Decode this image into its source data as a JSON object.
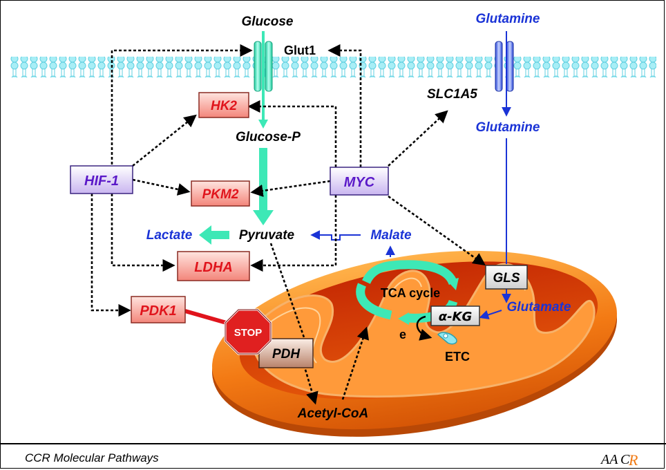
{
  "labels": {
    "glucose": "Glucose",
    "glut1": "Glut1",
    "glutamine_top": "Glutamine",
    "slc1a5": "SLC1A5",
    "glutamine_mid": "Glutamine",
    "glucose_p": "Glucose-P",
    "lactate": "Lactate",
    "pyruvate": "Pyruvate",
    "malate": "Malate",
    "tca_cycle": "TCA cycle",
    "glutamate": "Glutamate",
    "alpha_kg": "α-KG",
    "electron": "e",
    "etc": "ETC",
    "acetyl_coa": "Acetyl-CoA"
  },
  "boxes": {
    "hk2": "HK2",
    "pkm2": "PKM2",
    "ldha": "LDHA",
    "pdk1": "PDK1",
    "hif1": "HIF-1",
    "myc": "MYC",
    "gls": "GLS",
    "pdh": "PDH",
    "stop": "STOP"
  },
  "footer": {
    "journal": "CCR Molecular Pathways",
    "logo": "AACR"
  },
  "colors": {
    "glucose_flow": "#3de8b6",
    "glutamine_flow": "#1a33d6",
    "enzyme_text": "#e0141c",
    "regulator_text": "#5a18c8",
    "mito_outer": "#f07a14",
    "membrane": "#8fe7f0"
  }
}
